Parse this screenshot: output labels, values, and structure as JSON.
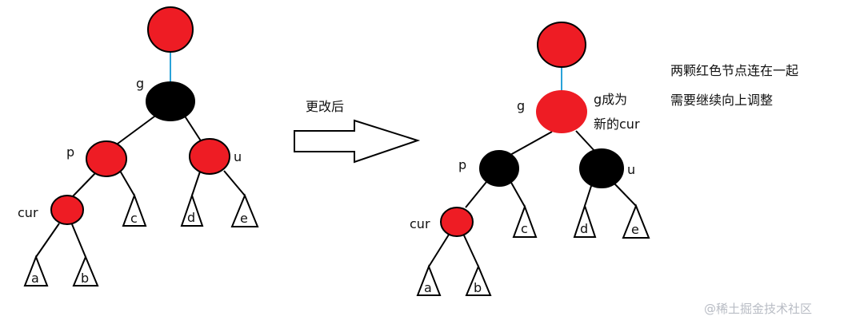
{
  "colors": {
    "red": "#ee1c24",
    "black": "#000000",
    "edge_top": "#2aa3d9",
    "edge": "#000000"
  },
  "left_tree": {
    "labels": {
      "g": "g",
      "p": "p",
      "u": "u",
      "cur": "cur"
    },
    "subtrees": {
      "a": "a",
      "b": "b",
      "c": "c",
      "d": "d",
      "e": "e"
    }
  },
  "arrow": {
    "label": "更改后"
  },
  "right_tree": {
    "labels": {
      "g": "g",
      "p": "p",
      "u": "u",
      "cur": "cur"
    },
    "g_note_line1": "g成为",
    "g_note_line2": "新的cur",
    "subtrees": {
      "a": "a",
      "b": "b",
      "c": "c",
      "d": "d",
      "e": "e"
    }
  },
  "note": {
    "line1": "两颗红色节点连在一起",
    "line2": "需要继续向上调整"
  },
  "watermark": "@稀土掘金技术社区"
}
